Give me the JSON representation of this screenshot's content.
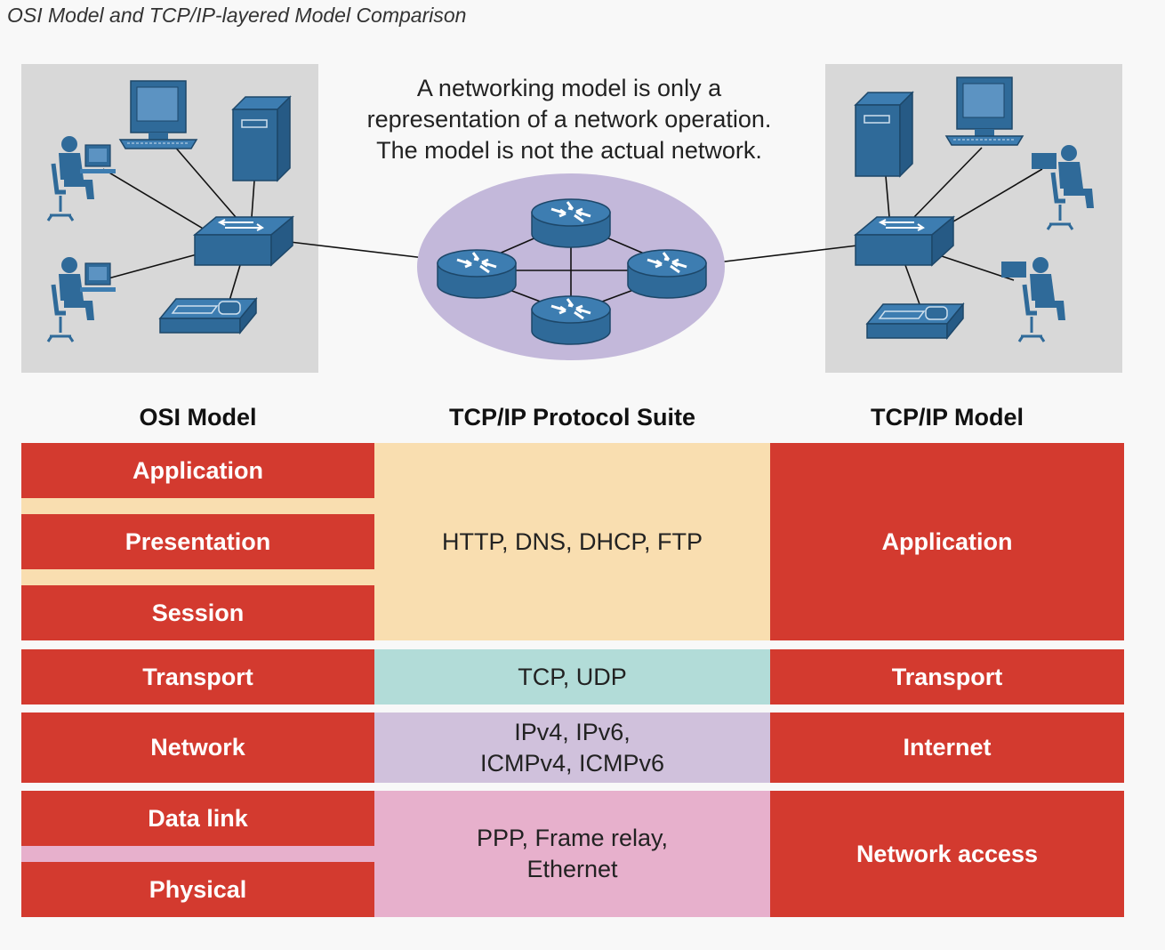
{
  "caption": "OSI Model and TCP/IP-layered Model Comparison",
  "statement": [
    "A networking model is only a",
    "representation of a network operation.",
    "The model is not the actual network."
  ],
  "columns": {
    "osi": "OSI Model",
    "suite": "TCP/IP Protocol Suite",
    "tcpip": "TCP/IP Model"
  },
  "osi_layers": [
    "Application",
    "Presentation",
    "Session",
    "Transport",
    "Network",
    "Data link",
    "Physical"
  ],
  "protocols": {
    "app": "HTTP, DNS, DHCP, FTP",
    "transport": "TCP, UDP",
    "network": [
      "IPv4, IPv6,",
      "ICMPv4, ICMPv6"
    ],
    "access": [
      "PPP, Frame relay,",
      "Ethernet"
    ]
  },
  "tcpip_layers": [
    "Application",
    "Transport",
    "Internet",
    "Network access"
  ],
  "colors": {
    "layer_red": "#d33a2f",
    "app_band": "#f9deb0",
    "transport_band": "#b2dcd8",
    "network_band": "#d0c1dc",
    "access_band": "#e7b0cc",
    "device_blue": "#2f6a99",
    "panel_gray": "#d8d8d8",
    "cloud_lilac": "#c3b8da"
  }
}
